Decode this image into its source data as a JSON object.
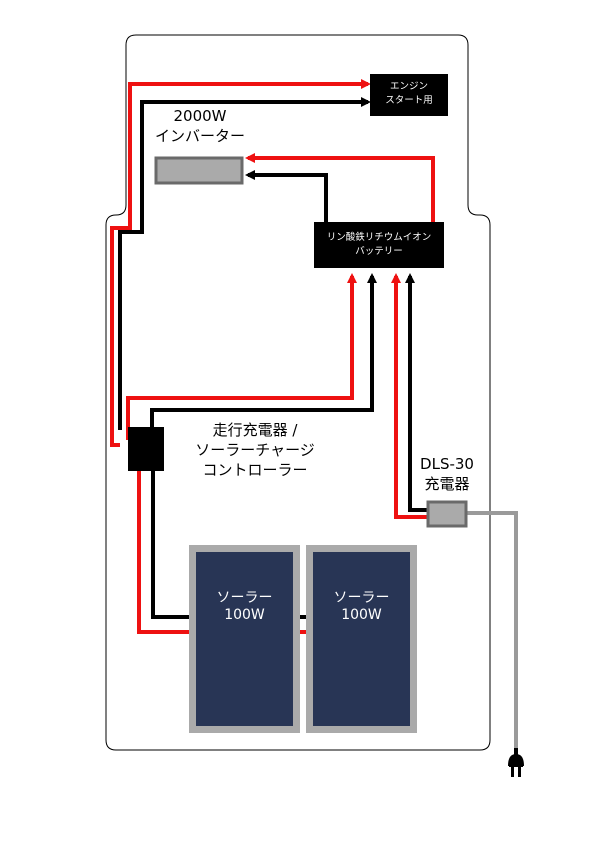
{
  "colors": {
    "positive_wire": "#ee1111",
    "negative_wire": "#000000",
    "device_box": "#000000",
    "solar_panel": "#283555",
    "solar_frame": "#aaaaaa",
    "inverter_fill": "#aaaaaa",
    "charger_fill": "#aaaaaa",
    "ac_cord": "#9a9a9a"
  },
  "engine_start": {
    "line1": "エンジン",
    "line2": "スタート用"
  },
  "inverter": {
    "line1": "2000W",
    "line2": "インバーター"
  },
  "battery": {
    "line1": "リン酸鉄リチウムイオン",
    "line2": "バッテリー"
  },
  "controller": {
    "line1": "走行充電器 /",
    "line2": "ソーラーチャージ",
    "line3": "コントローラー"
  },
  "charger": {
    "line1": "DLS-30",
    "line2": "充電器"
  },
  "solar_panels": [
    {
      "line1": "ソーラー",
      "line2": "100W"
    },
    {
      "line1": "ソーラー",
      "line2": "100W"
    }
  ],
  "icons": {
    "plug": "plug-icon"
  }
}
